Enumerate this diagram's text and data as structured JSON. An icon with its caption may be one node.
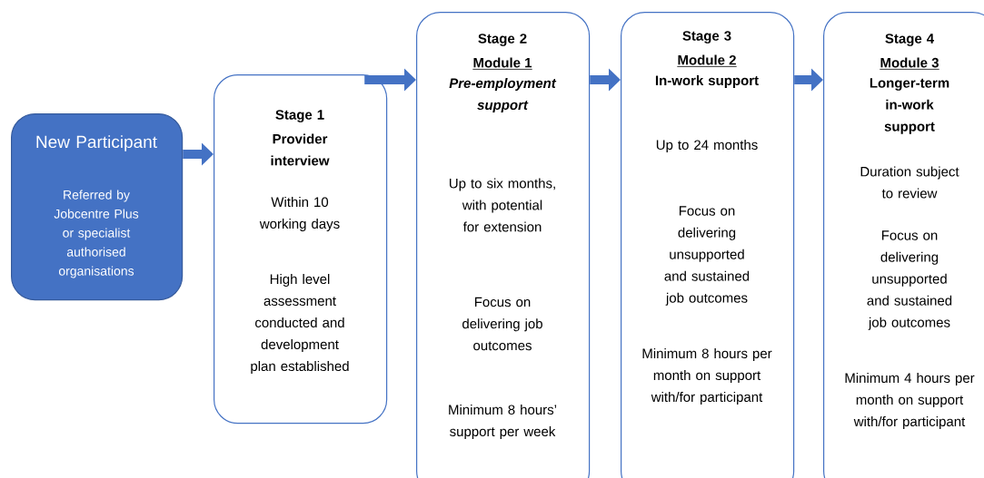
{
  "diagram": {
    "nodes": [
      {
        "text": [
          "New Participant",
          "Referred by Jobcentre Plus or specialist authorised organisations"
        ]
      },
      {
        "text": [
          "Stage 1",
          "Provider interview",
          "Within 10 working days",
          "High level assessment conducted and development plan established"
        ]
      },
      {
        "text": [
          "Stage 2",
          "Module 1",
          "Pre-employment support",
          "Up to six months, with potential for extension",
          "Focus on delivering job outcomes",
          "Minimum 8 hours’ support per week"
        ]
      },
      {
        "text": [
          "Stage 3",
          "Module 2",
          "In-work support",
          "Up to 24 months",
          "Focus on delivering unsupported and sustained job outcomes",
          "Minimum 8 hours per month on support with/for participant"
        ]
      },
      {
        "text": [
          "Stage 4",
          "Module 3",
          "Longer-term in-work support",
          "Duration subject to review",
          "Focus on delivering unsupported and sustained job outcomes",
          "Minimum 4 hours per month on support with/for participant"
        ]
      }
    ],
    "edges": [
      {
        "from": 0,
        "to": 1,
        "arrow": "to"
      },
      {
        "from": 1,
        "to": 2,
        "arrow": "to"
      },
      {
        "from": 2,
        "to": 3,
        "arrow": "to"
      },
      {
        "from": 3,
        "to": 4,
        "arrow": "to"
      }
    ]
  }
}
